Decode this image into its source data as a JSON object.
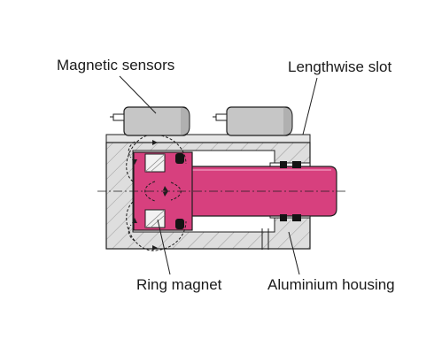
{
  "labels": {
    "magnetic_sensors": "Magnetic sensors",
    "lengthwise_slot": "Lengthwise slot",
    "ring_magnet": "Ring magnet",
    "aluminium_housing": "Aluminium housing"
  },
  "colors": {
    "piston_rod": "#d7407e",
    "piston_rod_dark": "#c23069",
    "housing_fill": "#dedede",
    "sensor_fill": "#c6c6c6",
    "outline": "#1e1e1e",
    "seal": "#141414",
    "background": "#ffffff"
  }
}
